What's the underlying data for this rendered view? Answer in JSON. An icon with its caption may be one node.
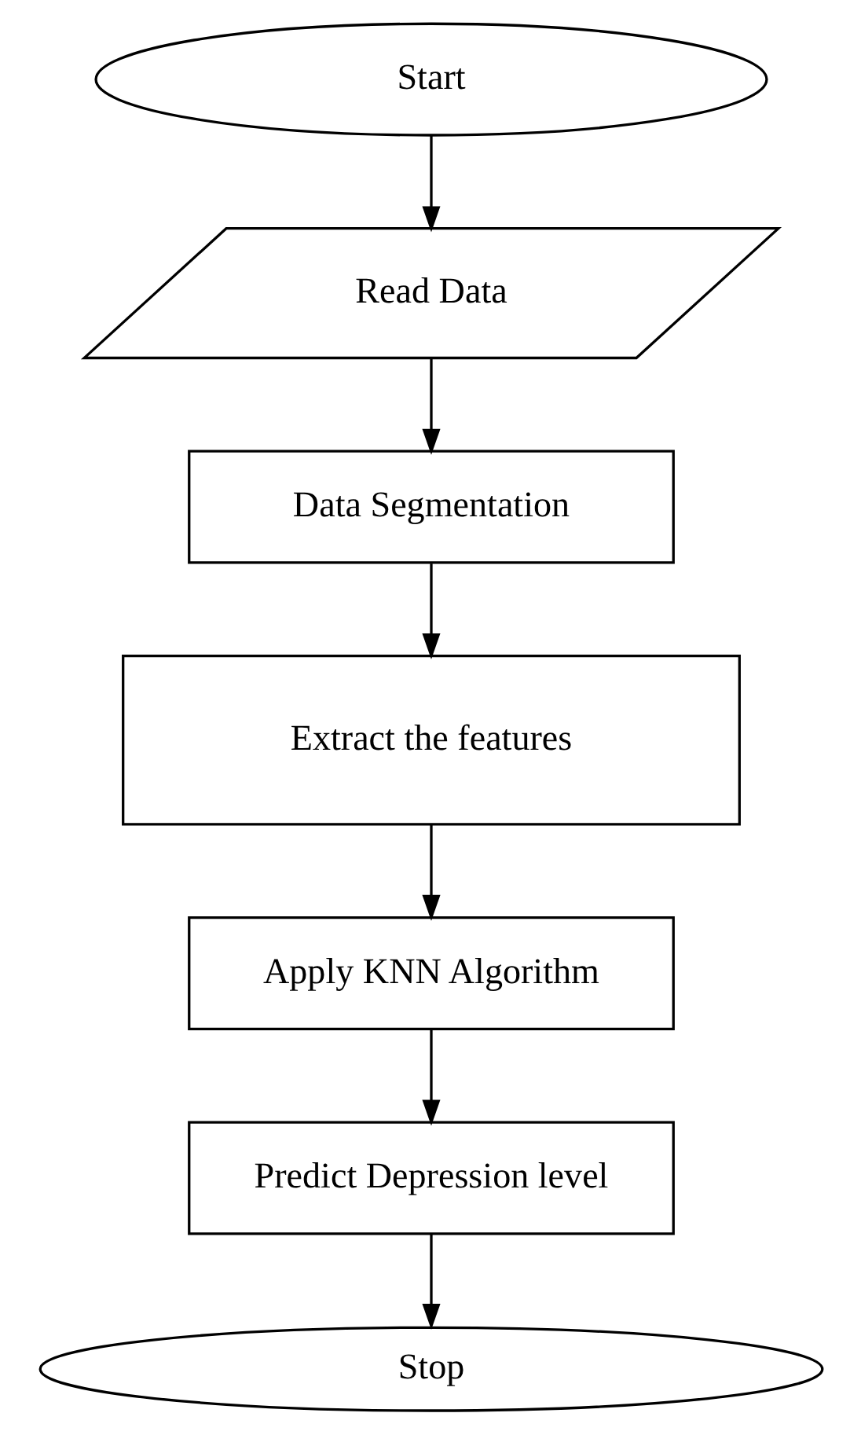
{
  "diagram": {
    "nodes": [
      {
        "text": [
          "Start"
        ]
      },
      {
        "text": [
          "Read Data"
        ]
      },
      {
        "text": [
          "Data Segmentation"
        ]
      },
      {
        "text": [
          "Extract the features"
        ]
      },
      {
        "text": [
          "Apply KNN Algorithm"
        ]
      },
      {
        "text": [
          "Predict Depression level"
        ]
      },
      {
        "text": [
          "Stop"
        ]
      }
    ],
    "edges": [
      {
        "from": 0,
        "to": 1,
        "arrow": "to"
      },
      {
        "from": 1,
        "to": 2,
        "arrow": "to"
      },
      {
        "from": 2,
        "to": 3,
        "arrow": "to"
      },
      {
        "from": 3,
        "to": 4,
        "arrow": "to"
      },
      {
        "from": 4,
        "to": 5,
        "arrow": "to"
      },
      {
        "from": 5,
        "to": 6,
        "arrow": "to"
      }
    ]
  }
}
